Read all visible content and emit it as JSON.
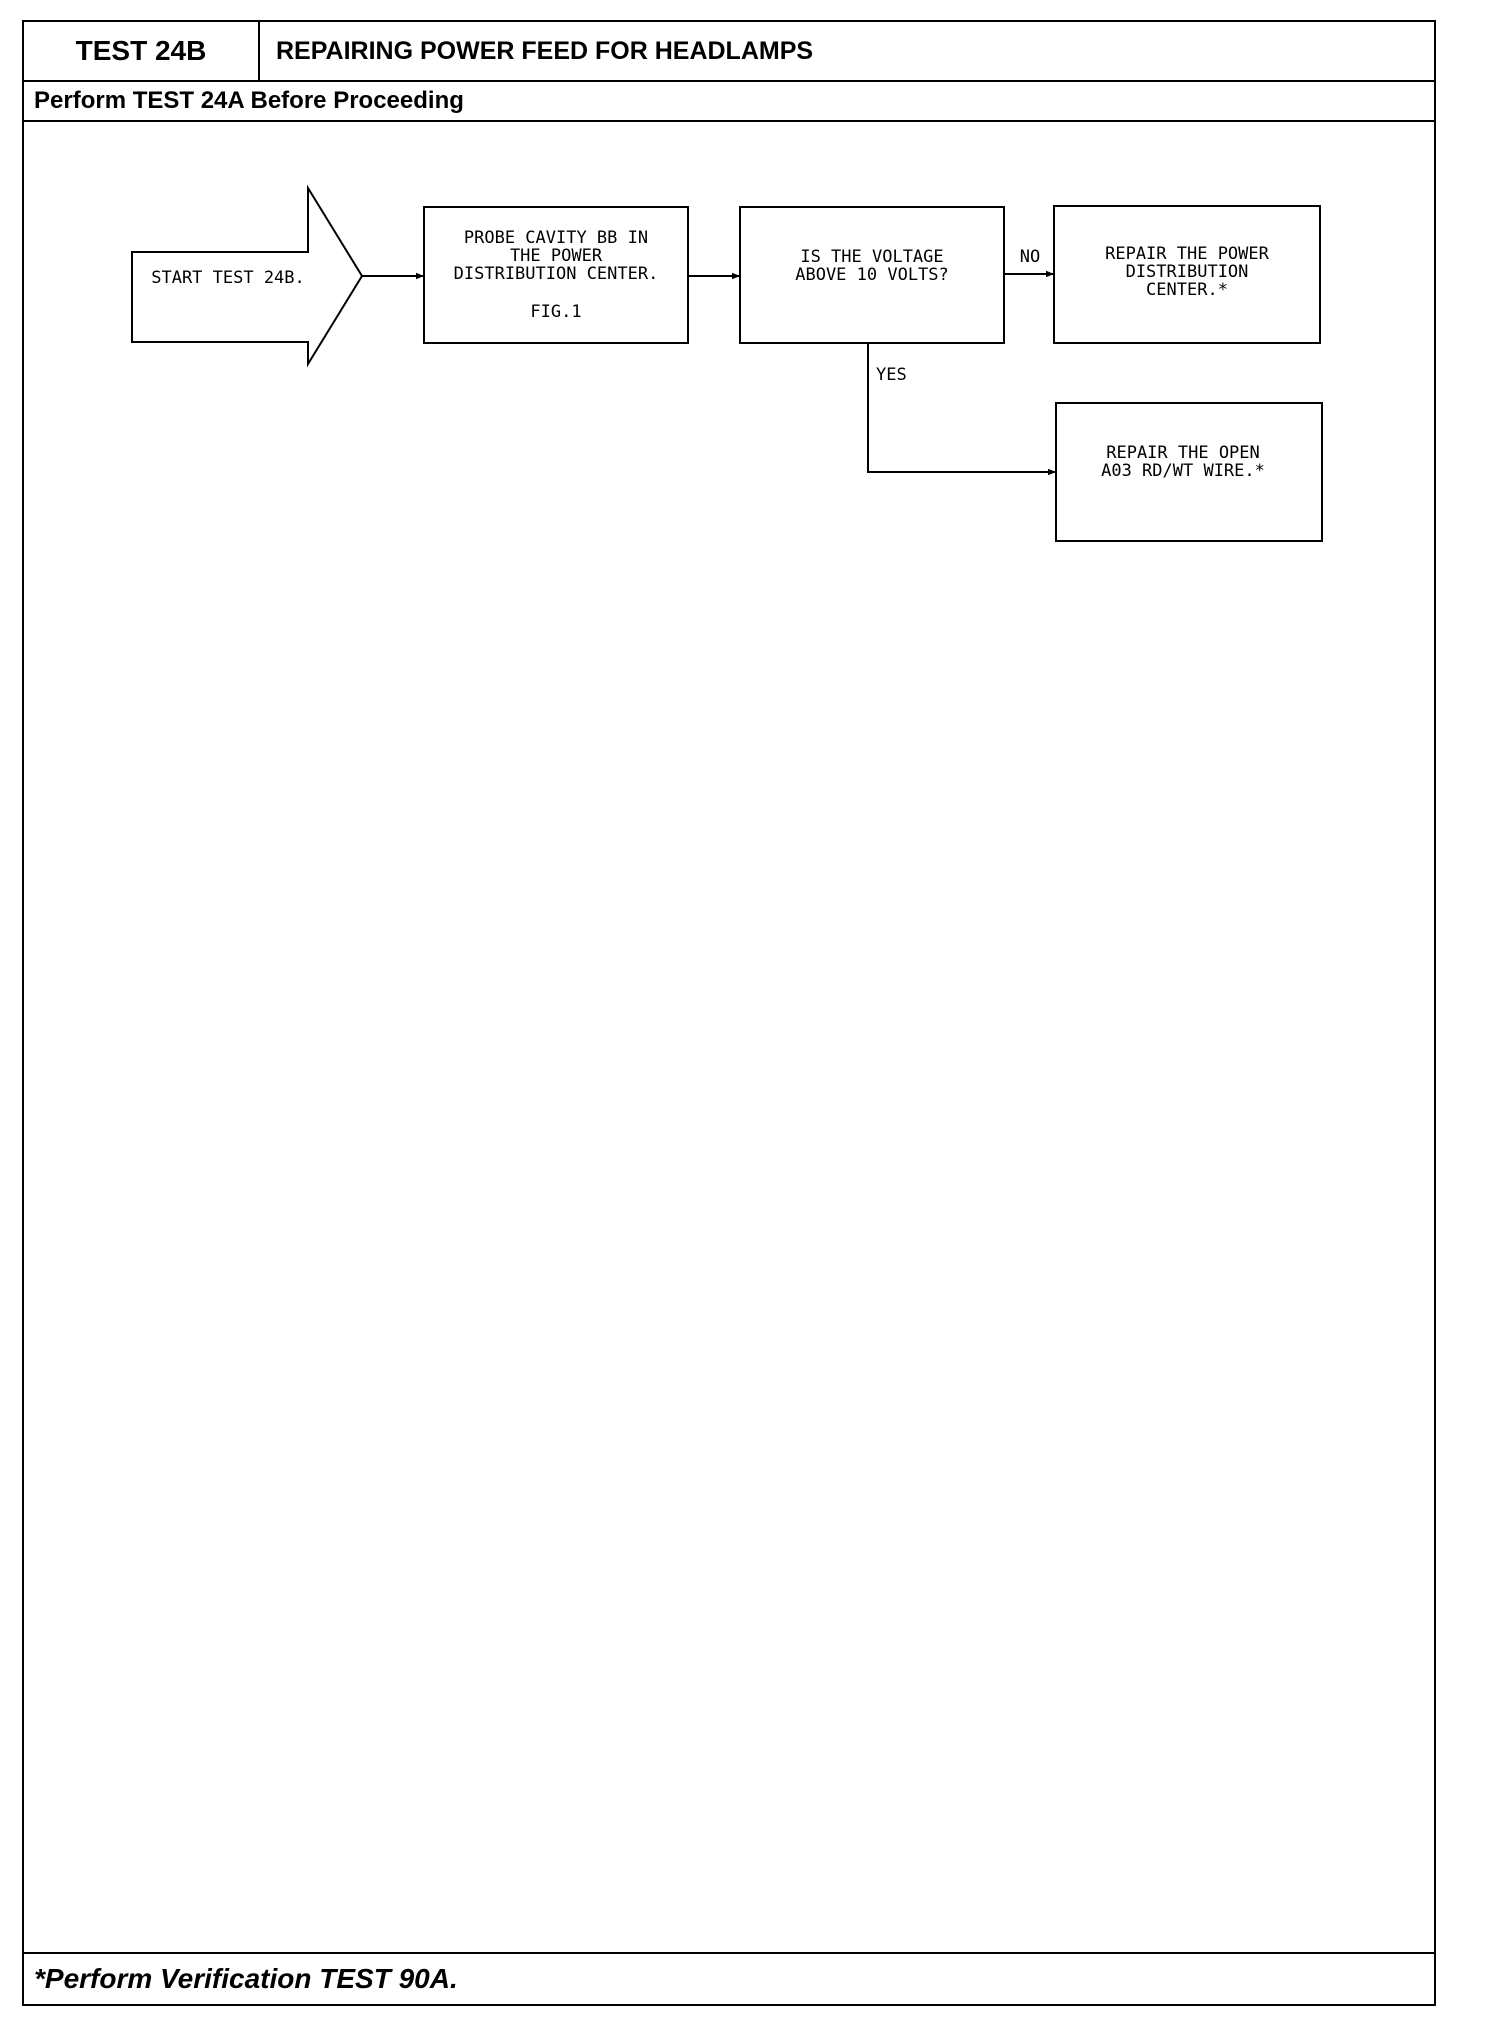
{
  "header": {
    "test_id": "TEST 24B",
    "title": "REPAIRING POWER FEED FOR HEADLAMPS",
    "prerequisite": "Perform TEST 24A Before Proceeding"
  },
  "flowchart": {
    "start": "START TEST 24B.",
    "step1": {
      "lines": [
        "PROBE CAVITY BB IN",
        "THE POWER",
        "DISTRIBUTION CENTER."
      ],
      "ref": "FIG.1"
    },
    "decision": {
      "lines": [
        "IS THE VOLTAGE",
        "ABOVE 10 VOLTS?"
      ]
    },
    "edge_no": "NO",
    "edge_yes": "YES",
    "result_no": {
      "lines": [
        "REPAIR THE POWER",
        "DISTRIBUTION",
        "CENTER.*"
      ]
    },
    "result_yes": {
      "lines": [
        "REPAIR THE OPEN",
        "A03 RD/WT WIRE.*"
      ]
    }
  },
  "footer": {
    "note": "*Perform Verification TEST 90A."
  }
}
